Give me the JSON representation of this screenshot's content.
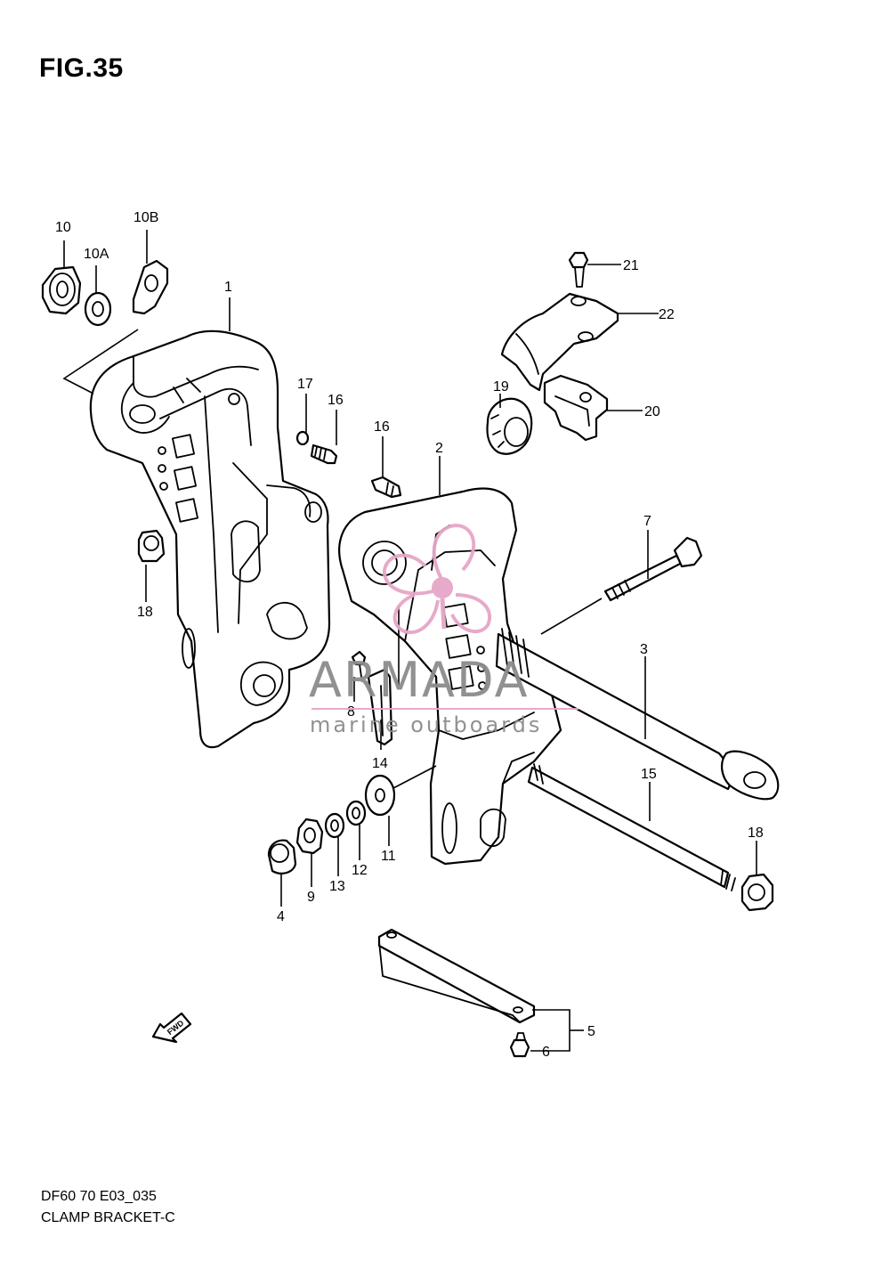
{
  "figure": {
    "title": "FIG.35"
  },
  "callouts": [
    {
      "id": "c10",
      "label": "10"
    },
    {
      "id": "c10A",
      "label": "10A"
    },
    {
      "id": "c10B",
      "label": "10B"
    },
    {
      "id": "c1",
      "label": "1"
    },
    {
      "id": "c17",
      "label": "17"
    },
    {
      "id": "c16a",
      "label": "16"
    },
    {
      "id": "c16b",
      "label": "16"
    },
    {
      "id": "c2",
      "label": "2"
    },
    {
      "id": "c18a",
      "label": "18"
    },
    {
      "id": "c21",
      "label": "21"
    },
    {
      "id": "c22",
      "label": "22"
    },
    {
      "id": "c19",
      "label": "19"
    },
    {
      "id": "c20",
      "label": "20"
    },
    {
      "id": "c7",
      "label": "7"
    },
    {
      "id": "c3",
      "label": "3"
    },
    {
      "id": "c8",
      "label": "8"
    },
    {
      "id": "c14",
      "label": "14"
    },
    {
      "id": "c15",
      "label": "15"
    },
    {
      "id": "c18b",
      "label": "18"
    },
    {
      "id": "c11",
      "label": "11"
    },
    {
      "id": "c12",
      "label": "12"
    },
    {
      "id": "c13",
      "label": "13"
    },
    {
      "id": "c9",
      "label": "9"
    },
    {
      "id": "c4",
      "label": "4"
    },
    {
      "id": "c5",
      "label": "5"
    },
    {
      "id": "c6",
      "label": "6"
    }
  ],
  "fwd_label": "FWD",
  "watermark": {
    "brand": "ARMADA",
    "tagline": "marine outboards",
    "color_text": "#8c8c8c",
    "color_accent": "#e6a6c8"
  },
  "footer": {
    "code": "DF60 70 E03_035",
    "caption": "CLAMP BRACKET-C"
  }
}
